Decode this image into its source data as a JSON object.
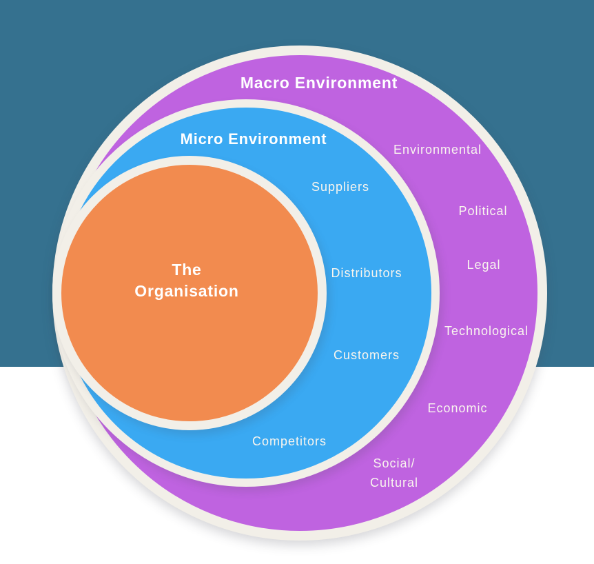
{
  "colors": {
    "background_top": "#35718f",
    "background_bottom": "#ffffff",
    "macro_fill": "#bf63e0",
    "micro_fill": "#3aa9f2",
    "organisation_fill": "#f28b4f",
    "ring_outline": "#f2efe8",
    "heading_text": "#ffffff",
    "label_text": "#f9f5ee"
  },
  "diagram": {
    "macro": {
      "title": "Macro Environment",
      "factors": [
        {
          "label": "Environmental"
        },
        {
          "label": "Political"
        },
        {
          "label": "Legal"
        },
        {
          "label": "Technological"
        },
        {
          "label": "Economic"
        },
        {
          "label": "Social/\nCultural"
        }
      ]
    },
    "micro": {
      "title": "Micro Environment",
      "factors": [
        {
          "label": "Suppliers"
        },
        {
          "label": "Distributors"
        },
        {
          "label": "Customers"
        },
        {
          "label": "Competitors"
        }
      ]
    },
    "organisation": {
      "title": "The\nOrganisation"
    }
  }
}
